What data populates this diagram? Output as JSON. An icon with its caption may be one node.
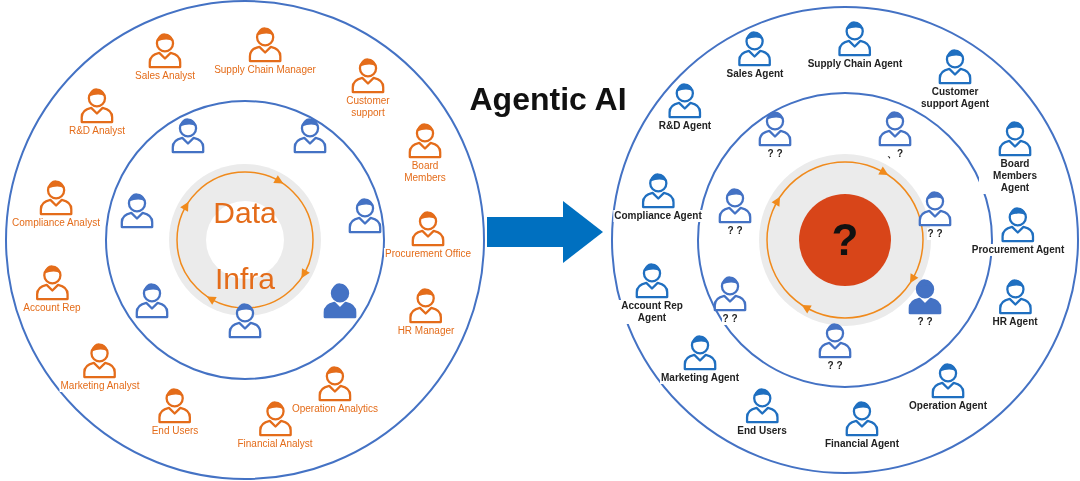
{
  "diagram": {
    "nodes": [
      {
        "text": [],
        "shape": "circle"
      },
      {
        "text": [],
        "shape": "circle",
        "in": 0
      },
      {
        "text": [
          "Data",
          "Infra"
        ],
        "in": 1
      },
      {
        "text": [],
        "shape": "person",
        "in": 1
      },
      {
        "text": [],
        "shape": "person",
        "in": 1
      },
      {
        "text": [],
        "shape": "person",
        "in": 1
      },
      {
        "text": [],
        "shape": "person",
        "in": 1
      },
      {
        "text": [],
        "shape": "person",
        "in": 1
      },
      {
        "text": [],
        "shape": "person",
        "in": 1
      },
      {
        "text": [],
        "shape": "person",
        "in": 1
      },
      {
        "text": [
          "Sales Analyst"
        ],
        "in": 0
      },
      {
        "text": [
          "Supply Chain Manager"
        ],
        "in": 0
      },
      {
        "text": [
          "Customer support"
        ],
        "in": 0
      },
      {
        "text": [
          "R&D Analyst"
        ],
        "in": 0
      },
      {
        "text": [
          "Board Members"
        ],
        "in": 0
      },
      {
        "text": [
          "Compliance Analyst"
        ],
        "in": 0
      },
      {
        "text": [
          "Procurement Office"
        ],
        "in": 0
      },
      {
        "text": [
          "Account Rep"
        ],
        "in": 0
      },
      {
        "text": [
          "HR Manager"
        ],
        "in": 0
      },
      {
        "text": [
          "Marketing Analyst"
        ],
        "in": 0
      },
      {
        "text": [
          "Operation Analytics"
        ],
        "in": 0
      },
      {
        "text": [
          "End Users"
        ],
        "in": 0
      },
      {
        "text": [
          "Financial Analyst"
        ],
        "in": 0
      },
      {
        "text": [],
        "shape": "circle"
      },
      {
        "text": [],
        "shape": "circle",
        "in": 23
      },
      {
        "text": [
          "?"
        ],
        "in": 24
      },
      {
        "text": [
          "? ?"
        ],
        "in": 24
      },
      {
        "text": [
          "、?"
        ],
        "in": 24
      },
      {
        "text": [
          "? ?"
        ],
        "in": 24
      },
      {
        "text": [
          "? ?"
        ],
        "in": 24
      },
      {
        "text": [
          "? ?"
        ],
        "in": 24
      },
      {
        "text": [
          "? ?"
        ],
        "in": 24
      },
      {
        "text": [
          "? ?"
        ],
        "in": 24
      },
      {
        "text": [
          "Sales Agent"
        ],
        "in": 23
      },
      {
        "text": [
          "Supply Chain Agent"
        ],
        "in": 23
      },
      {
        "text": [
          "Customer support Agent"
        ],
        "in": 23
      },
      {
        "text": [
          "R&D Agent"
        ],
        "in": 23
      },
      {
        "text": [
          "Board Members Agent"
        ],
        "in": 23
      },
      {
        "text": [
          "Compliance Agent"
        ],
        "in": 23
      },
      {
        "text": [
          "Procurement  Agent"
        ],
        "in": 23
      },
      {
        "text": [
          "Account Rep Agent"
        ],
        "in": 23
      },
      {
        "text": [
          "HR Agent"
        ],
        "in": 23
      },
      {
        "text": [
          "Marketing Agent"
        ],
        "in": 23
      },
      {
        "text": [
          "Operation Agent"
        ],
        "in": 23
      },
      {
        "text": [
          "End Users"
        ],
        "in": 23
      },
      {
        "text": [
          "Financial Agent"
        ],
        "in": 23
      }
    ],
    "edges": [
      {
        "from": 0,
        "to": 23,
        "arrow": "to",
        "label": "Agentic AI"
      }
    ]
  }
}
